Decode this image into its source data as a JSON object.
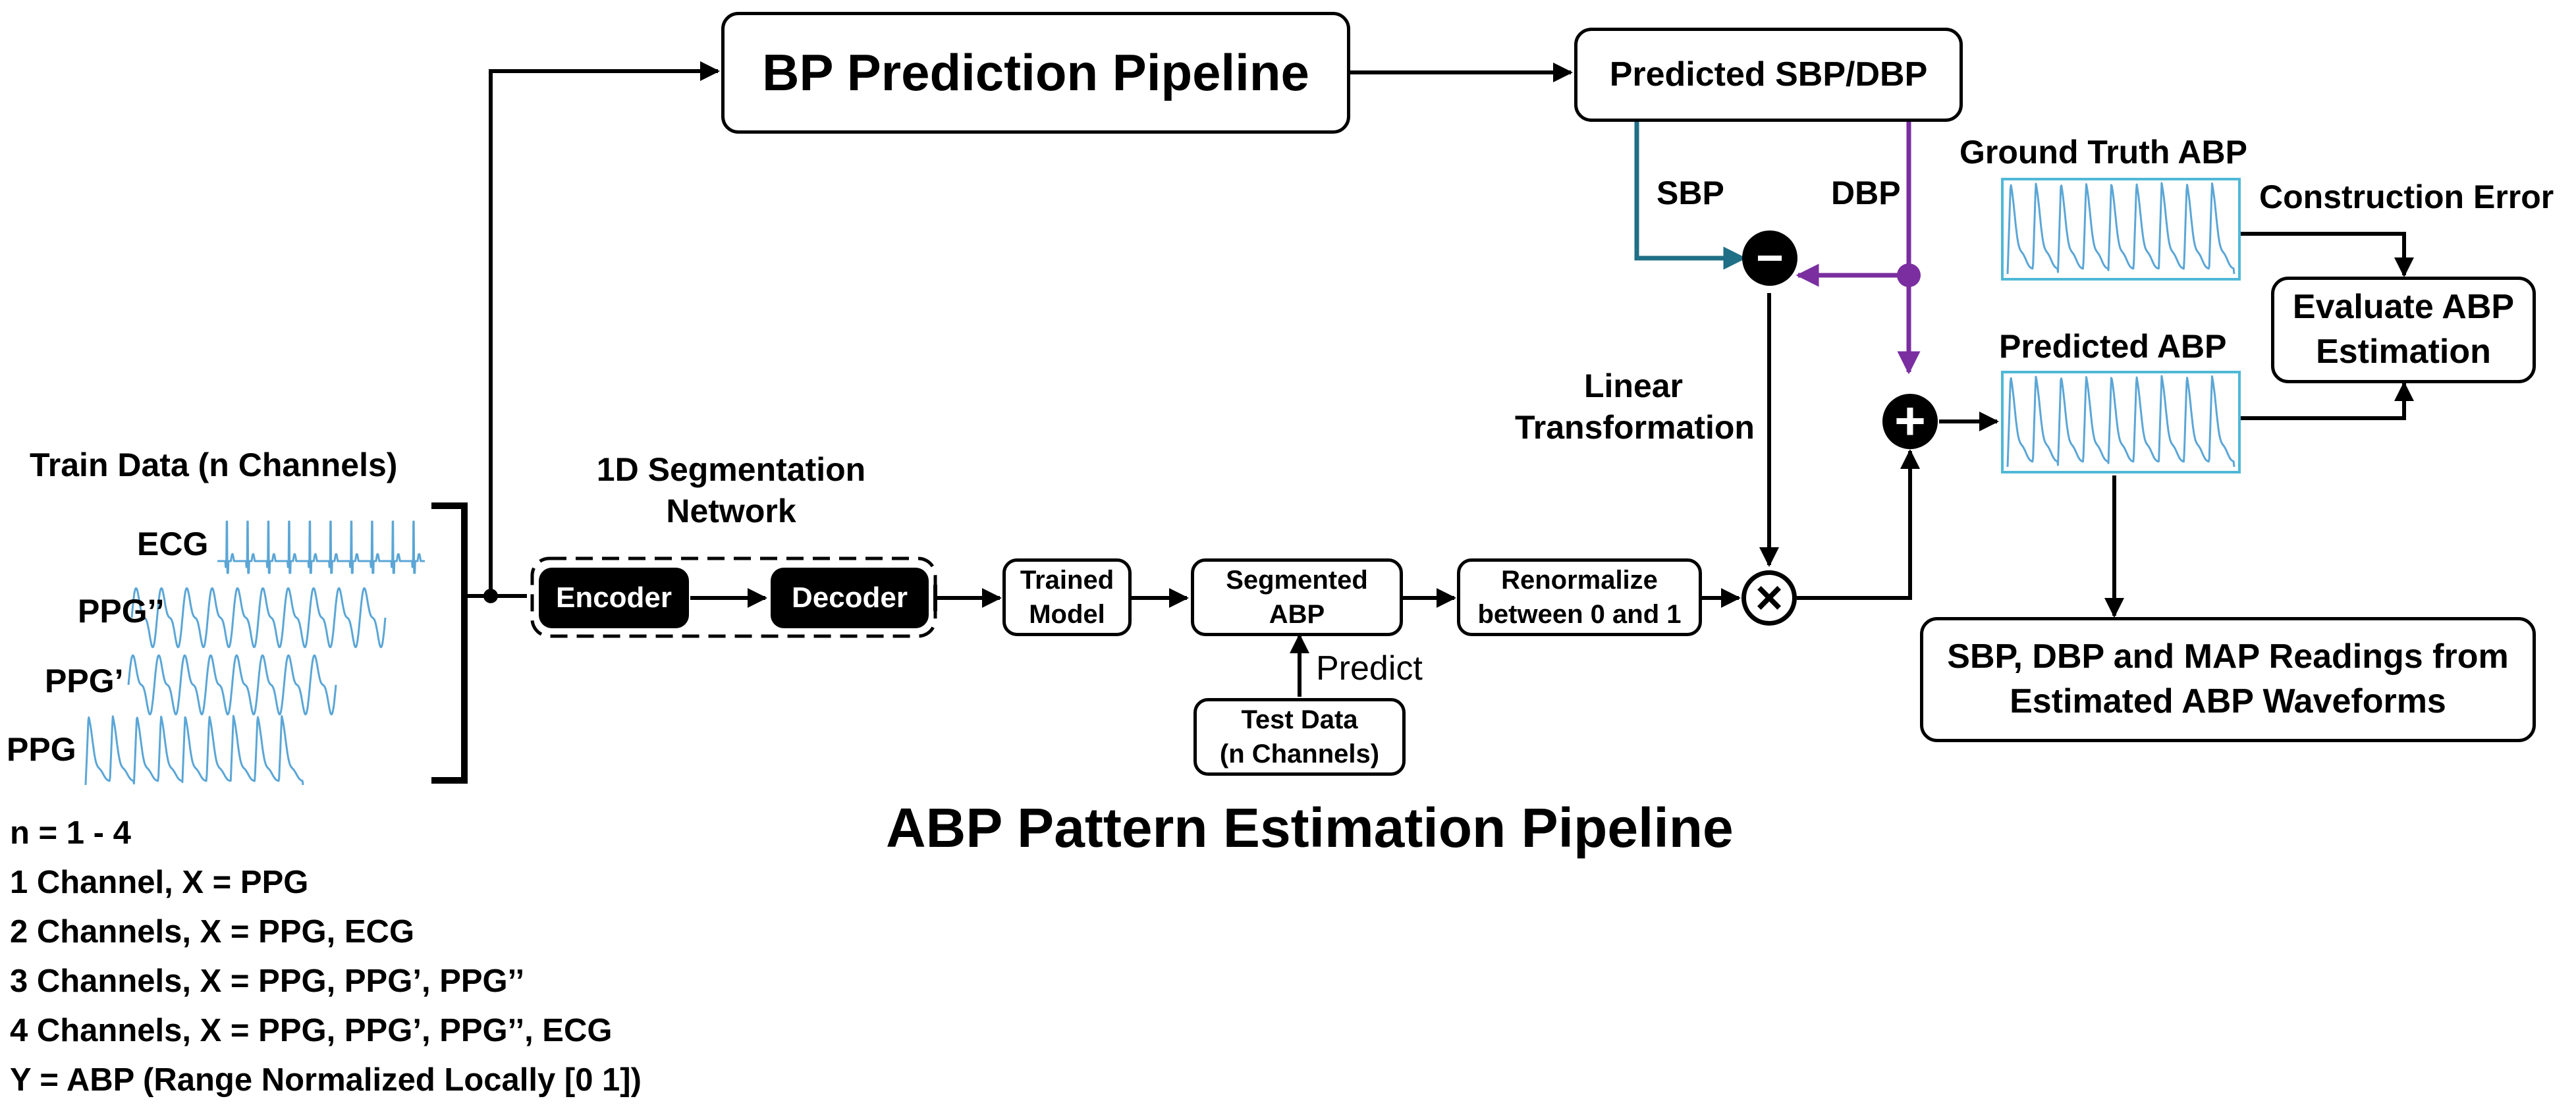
{
  "top": {
    "bp_pipeline": "BP Prediction Pipeline",
    "predicted_sbp_dbp": "Predicted SBP/DBP",
    "sbp": "SBP",
    "dbp": "DBP"
  },
  "right": {
    "ground_truth_abp": "Ground Truth ABP",
    "construction_error": "Construction Error",
    "evaluate_line1": "Evaluate ABP",
    "evaluate_line2": "Estimation",
    "predicted_abp": "Predicted ABP",
    "readings_line1": "SBP, DBP and MAP Readings from",
    "readings_line2": "Estimated ABP Waveforms"
  },
  "middle": {
    "linear_transformation_line1": "Linear",
    "linear_transformation_line2": "Transformation",
    "network_title_line1": "1D Segmentation",
    "network_title_line2": "Network",
    "encoder": "Encoder",
    "decoder": "Decoder",
    "trained_model_line1": "Trained",
    "trained_model_line2": "Model",
    "segmented_abp_line1": "Segmented",
    "segmented_abp_line2": "ABP",
    "renormalize_line1": "Renormalize",
    "renormalize_line2": "between 0 and 1",
    "predict": "Predict",
    "test_data_line1": "Test Data",
    "test_data_line2": "(n Channels)",
    "abp_pipeline": "ABP Pattern Estimation Pipeline"
  },
  "operators": {
    "minus": "−",
    "plus": "+",
    "multiply": "×"
  },
  "left": {
    "train_data_title": "Train Data (n Channels)",
    "signals": [
      "ECG",
      "PPG’’",
      "PPG’",
      "PPG"
    ],
    "notes": [
      "n = 1 - 4",
      "1 Channel, X = PPG",
      "2 Channels, X = PPG, ECG",
      "3 Channels, X = PPG, PPG’, PPG’’",
      "4 Channels, X = PPG, PPG’, PPG’’, ECG",
      "Y = ABP (Range Normalized Locally [0 1])"
    ]
  },
  "colors": {
    "waveform": "#5ba6d6",
    "sbp_line": "#1f6f86",
    "dbp_line": "#7a2ea0",
    "abp_box_border": "#4fb8d6"
  }
}
